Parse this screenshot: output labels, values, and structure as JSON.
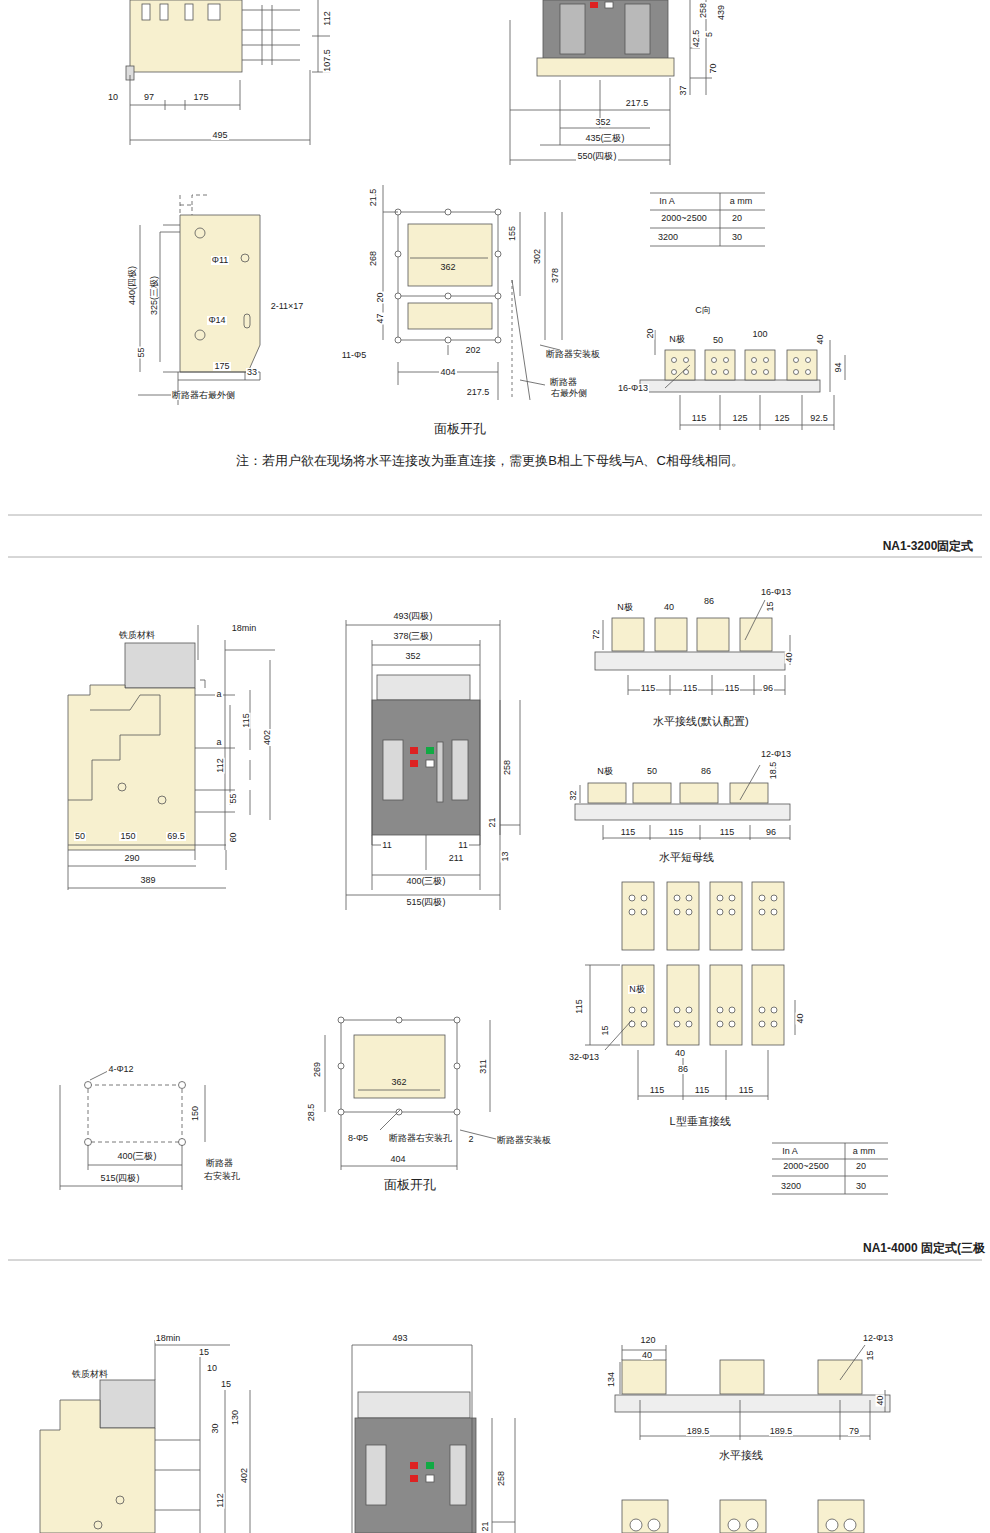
{
  "diagram": {
    "labels": [
      "112",
      "107.5",
      "10",
      "97",
      "175",
      "495",
      "258",
      "439",
      "42.5",
      "5",
      "70",
      "37",
      "217.5",
      "352",
      "435(三极)",
      "550(四极)",
      "440(四极)",
      "325(三极)",
      "Φ11",
      "Φ14",
      "2-11×17",
      "55",
      "175",
      "33",
      "断路器右最外侧",
      "21.5",
      "155",
      "268",
      "302",
      "362",
      "378",
      "20",
      "47",
      "202",
      "断路器安装板",
      "11-Φ5",
      "404",
      "217.5",
      "断路器",
      "右最外侧",
      "面板开孔",
      "In A",
      "a mm",
      "2000~2500",
      "20",
      "3200",
      "30",
      "C向",
      "20",
      "N极",
      "50",
      "100",
      "40",
      "94",
      "16-Φ13",
      "115",
      "125",
      "125",
      "92.5",
      "注：若用户欲在现场将水平连接改为垂直连接，需更换B相上下母线与A、C相母线相同。",
      "NA1-3200固定式",
      "铁质材料",
      "18min",
      "a",
      "115",
      "402",
      "a",
      "112",
      "55",
      "50",
      "150",
      "69.5",
      "60",
      "290",
      "389",
      "493(四极)",
      "378(三极)",
      "352",
      "258",
      "21",
      "11",
      "11",
      "211",
      "13",
      "400(三极)",
      "515(四极)",
      "N极",
      "40",
      "86",
      "16-Φ13",
      "15",
      "72",
      "40",
      "115",
      "115",
      "115",
      "96",
      "水平接线(默认配置)",
      "12-Φ13",
      "18.5",
      "N极",
      "50",
      "86",
      "32",
      "115",
      "115",
      "115",
      "96",
      "水平短母线",
      "115",
      "N极",
      "15",
      "40",
      "32-Φ13",
      "40",
      "86",
      "115",
      "115",
      "115",
      "L型垂直接线",
      "In A",
      "a mm",
      "2000~2500",
      "20",
      "3200",
      "30",
      "4-Φ12",
      "150",
      "400(三极)",
      "515(四极)",
      "断路器",
      "右安装孔",
      "269",
      "311",
      "362",
      "28.5",
      "8-Φ5",
      "断路器右安装孔",
      "2",
      "断路器安装板",
      "404",
      "面板开孔",
      "NA1-4000 固定式(三极",
      "18min",
      "15",
      "铁质材料",
      "10",
      "15",
      "30",
      "130",
      "112",
      "402",
      "493",
      "258",
      "21",
      "120",
      "40",
      "12-Φ13",
      "15",
      "134",
      "40",
      "189.5",
      "189.5",
      "79",
      "水平接线"
    ]
  }
}
